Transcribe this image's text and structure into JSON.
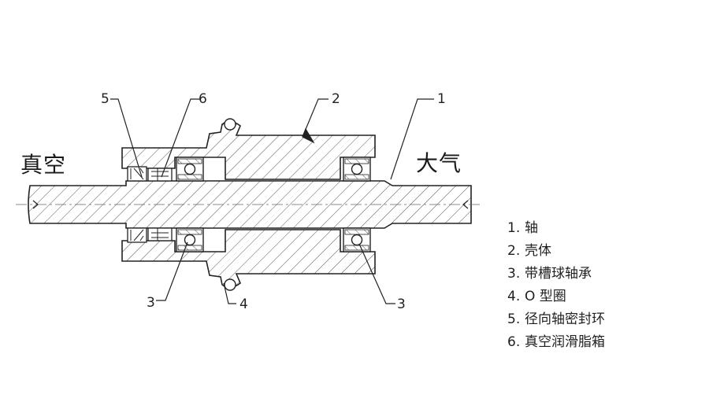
{
  "side_labels": {
    "vacuum": "真空",
    "atmosphere": "大气"
  },
  "callouts": {
    "c1": "1",
    "c2": "2",
    "c3_left": "3",
    "c3_right": "3",
    "c4": "4",
    "c5": "5",
    "c6": "6"
  },
  "legend": [
    {
      "num": "1.",
      "text": "轴"
    },
    {
      "num": "2.",
      "text": "壳体"
    },
    {
      "num": "3.",
      "text": "带槽球轴承"
    },
    {
      "num": "4.",
      "text": "O 型圈"
    },
    {
      "num": "5.",
      "text": "径向轴密封环"
    },
    {
      "num": "6.",
      "text": "真空润滑脂箱"
    }
  ]
}
